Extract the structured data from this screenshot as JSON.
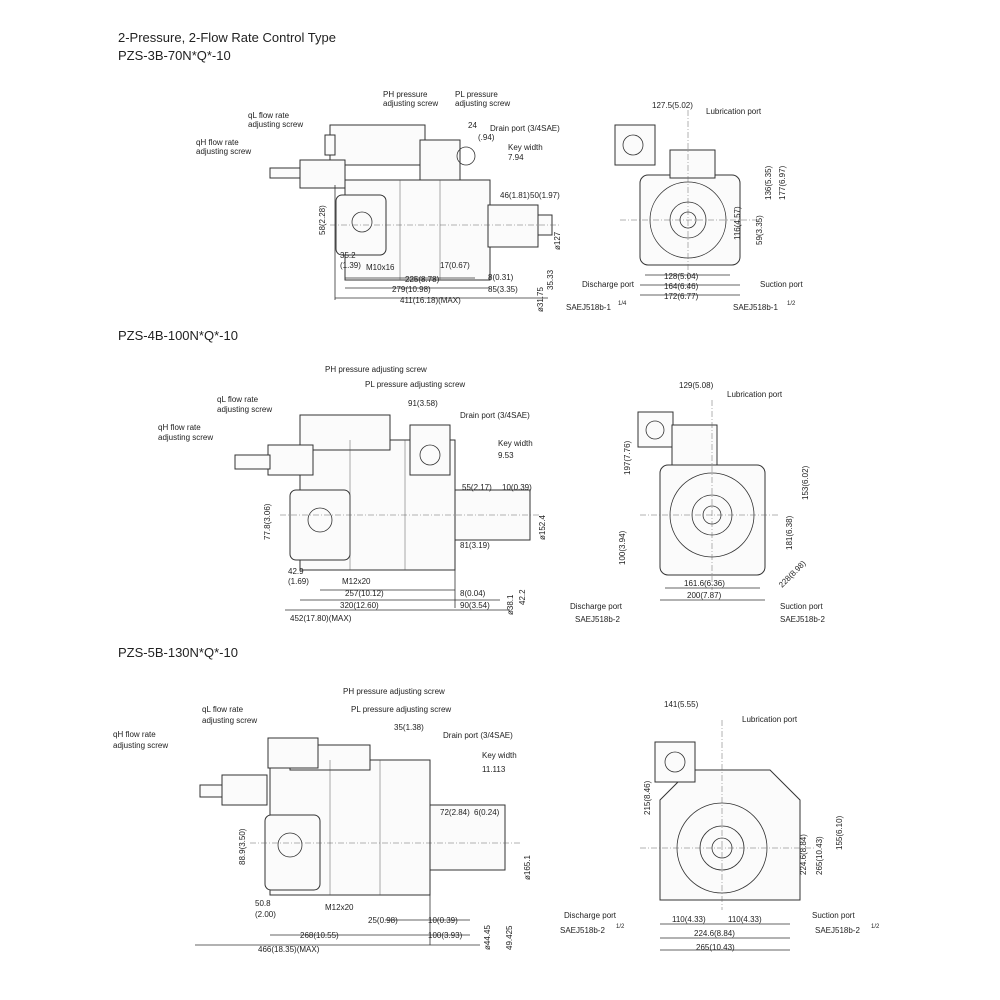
{
  "header": {
    "title": "2-Pressure, 2-Flow Rate Control Type",
    "model_1": "PZS-3B-70N*Q*-10",
    "model_2": "PZS-4B-100N*Q*-10",
    "model_3": "PZS-5B-130N*Q*-10"
  },
  "d1": {
    "ph": "PH pressure",
    "ph2": "adjusting screw",
    "pl": "PL pressure",
    "pl2": "adjusting screw",
    "ql": "qL flow rate",
    "ql2": "adjusting screw",
    "qh": "qH flow rate",
    "qh2": "adjusting screw",
    "drain": "Drain port (3/4SAE)",
    "key": "Key width",
    "key_val": "7.94",
    "d24": "24",
    "d24b": "(.94)",
    "d46": "46(1.81)",
    "d50": "50(1.97)",
    "d58": "58(2.28)",
    "d35": "35.2",
    "d35b": "(1.39)",
    "m10": "M10x16",
    "d17": "17(0.67)",
    "d225": "225(8.78)",
    "d8": "8(0.31)",
    "d279": "279(10.98)",
    "d85": "85(3.35)",
    "d411": "411(16.18)(MAX)",
    "dia1": "ø31.75",
    "dia2": "ø127",
    "dia3": "35.33",
    "e127": "127.5(5.02)",
    "lub": "Lubrication port",
    "r135": "136(5.35)",
    "r177": "177(6.97)",
    "r116": "116(4.57)",
    "r59": "59(3.35)",
    "r128": "128(5.04)",
    "r164": "164(6.46)",
    "r172": "172(6.77)",
    "dis": "Discharge port",
    "dis2": "SAEJ518b-1",
    "dis_sup": "1/4",
    "suc": "Suction port",
    "suc2": "SAEJ518b-1",
    "suc_sup": "1/2"
  },
  "d2": {
    "ph": "PH pressure adjusting screw",
    "pl": "PL pressure adjusting screw",
    "ql": "qL flow rate",
    "ql2": "adjusting screw",
    "qh": "qH flow rate",
    "qh2": "adjusting screw",
    "d91": "91(3.58)",
    "drain": "Drain port (3/4SAE)",
    "key": "Key width",
    "key_val": "9.53",
    "d55": "55(2.17)",
    "d10": "10(0.39)",
    "d77": "77.8(3.06)",
    "d81": "81(3.19)",
    "d42": "42.9",
    "d42b": "(1.69)",
    "m12": "M12x20",
    "d257": "257(10.12)",
    "d8": "8(0.04)",
    "d320": "320(12.60)",
    "d90": "90(3.54)",
    "d452": "452(17.80)(MAX)",
    "dia1": "ø38.1",
    "dia2": "ø152.4",
    "dia3": "42.2",
    "e129": "129(5.08)",
    "lub": "Lubrication port",
    "r197": "197(7.76)",
    "r153": "153(6.02)",
    "r100": "100(3.94)",
    "r181": "181(6.38)",
    "r161": "161.6(6.36)",
    "r200": "200(7.87)",
    "r228": "228(8.98)",
    "dis": "Discharge port",
    "dis2": "SAEJ518b-2",
    "suc": "Suction port",
    "suc2": "SAEJ518b-2"
  },
  "d3": {
    "ph": "PH pressure adjusting screw",
    "pl": "PL pressure adjusting screw",
    "ql": "qL flow rate",
    "ql2": "adjusting screw",
    "qh": "qH flow rate",
    "qh2": "adjusting screw",
    "d35": "35(1.38)",
    "drain": "Drain port (3/4SAE)",
    "key": "Key width",
    "key_val": "11.113",
    "d72": "72(2.84)",
    "d6": "6(0.24)",
    "d88": "88.9(3.50)",
    "d50": "50.8",
    "d50b": "(2.00)",
    "m12": "M12x20",
    "d25": "25(0.98)",
    "d10": "10(0.39)",
    "d268": "268(10.55)",
    "d100": "100(3.93)",
    "d466": "466(18.35)(MAX)",
    "dia1": "ø44.45",
    "dia2": "ø165.1",
    "dia3": "49.425",
    "e141": "141(5.55)",
    "lub": "Lubrication port",
    "r215": "215(8.46)",
    "r155": "155(6.10)",
    "r224v": "224.6(8.84)",
    "r265v": "265(10.43)",
    "r110a": "110(4.33)",
    "r110b": "110(4.33)",
    "r224": "224.6(8.84)",
    "r265": "265(10.43)",
    "dis": "Discharge port",
    "dis2": "SAEJ518b-2",
    "dis_sup": "1/2",
    "suc": "Suction port",
    "suc2": "SAEJ518b-2",
    "suc_sup": "1/2"
  }
}
